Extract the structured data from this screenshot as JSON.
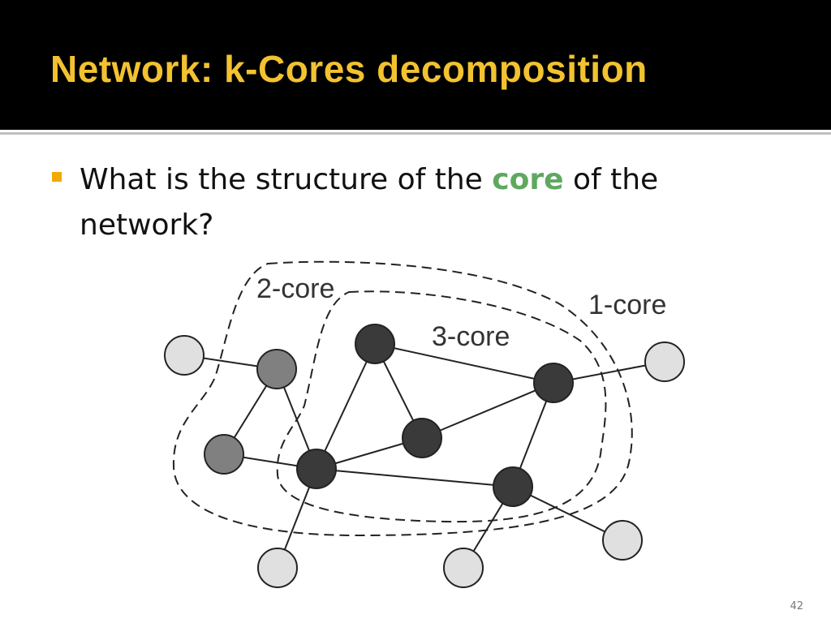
{
  "slide": {
    "title": "Network: k-Cores decomposition",
    "bullet": {
      "before": "What is the structure of the ",
      "highlight": "core",
      "after": " of the network?"
    },
    "page_number": "42"
  },
  "diagram": {
    "labels": {
      "two_core": "2-core",
      "three_core": "3-core",
      "one_core": "1-core"
    },
    "colors": {
      "core3_node": "#3a3a3a",
      "core2_node": "#808080",
      "core1_node": "#e0e0e0",
      "accent_title": "#f2c230",
      "accent_highlight": "#5fa85f"
    },
    "nodes": [
      {
        "id": "n1",
        "core": 1
      },
      {
        "id": "n2",
        "core": 2
      },
      {
        "id": "n3",
        "core": 2
      },
      {
        "id": "n4",
        "core": 3
      },
      {
        "id": "n5",
        "core": 3
      },
      {
        "id": "n6",
        "core": 3
      },
      {
        "id": "n7",
        "core": 3
      },
      {
        "id": "n8",
        "core": 3
      },
      {
        "id": "n9",
        "core": 1
      },
      {
        "id": "n10",
        "core": 1
      },
      {
        "id": "n11",
        "core": 1
      },
      {
        "id": "n12",
        "core": 1
      }
    ],
    "edges": [
      [
        "n1",
        "n2"
      ],
      [
        "n2",
        "n3"
      ],
      [
        "n2",
        "n4"
      ],
      [
        "n3",
        "n4"
      ],
      [
        "n4",
        "n5"
      ],
      [
        "n4",
        "n6"
      ],
      [
        "n4",
        "n8"
      ],
      [
        "n4",
        "n10"
      ],
      [
        "n5",
        "n6"
      ],
      [
        "n5",
        "n7"
      ],
      [
        "n6",
        "n7"
      ],
      [
        "n7",
        "n8"
      ],
      [
        "n7",
        "n9"
      ],
      [
        "n8",
        "n11"
      ],
      [
        "n8",
        "n12"
      ]
    ]
  }
}
